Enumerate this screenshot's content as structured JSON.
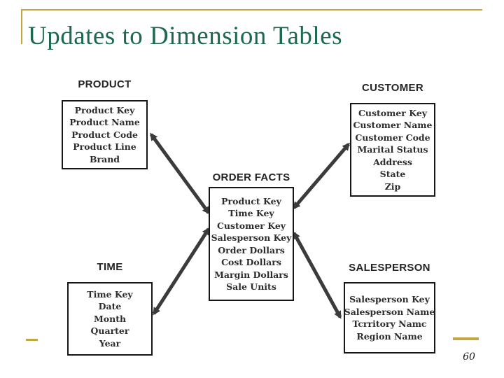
{
  "slide": {
    "title": "Updates to Dimension Tables",
    "page_number": "60",
    "colors": {
      "accent_gold": "#c3a63d",
      "title_green": "#1b6a50",
      "connector_gray": "#3b3b3b"
    }
  },
  "diagram": {
    "tables": [
      {
        "id": "product",
        "label": "PRODUCT",
        "role": "dimension",
        "fields": [
          "Product Key",
          "Product Name",
          "Product Code",
          "Product Line",
          "Brand"
        ]
      },
      {
        "id": "customer",
        "label": "CUSTOMER",
        "role": "dimension",
        "fields": [
          "Customer Key",
          "Customer Name",
          "Customer Code",
          "Marital Status",
          "Address",
          "State",
          "Zip"
        ]
      },
      {
        "id": "order_facts",
        "label": "ORDER FACTS",
        "role": "fact",
        "fields": [
          "Product Key",
          "Time Key",
          "Customer Key",
          "Salesperson Key",
          "Order Dollars",
          "Cost Dollars",
          "Margin Dollars",
          "Sale Units"
        ]
      },
      {
        "id": "time",
        "label": "TIME",
        "role": "dimension",
        "fields": [
          "Time Key",
          "Date",
          "Month",
          "Quarter",
          "Year"
        ]
      },
      {
        "id": "salesperson",
        "label": "SALESPERSON",
        "role": "dimension",
        "fields": [
          "Salesperson Key",
          "Salesperson Name",
          "Tcrritory Namc",
          "Region Name"
        ]
      }
    ],
    "connectors": [
      {
        "from": "order_facts",
        "to": "product"
      },
      {
        "from": "order_facts",
        "to": "customer"
      },
      {
        "from": "order_facts",
        "to": "time"
      },
      {
        "from": "order_facts",
        "to": "salesperson"
      }
    ]
  }
}
